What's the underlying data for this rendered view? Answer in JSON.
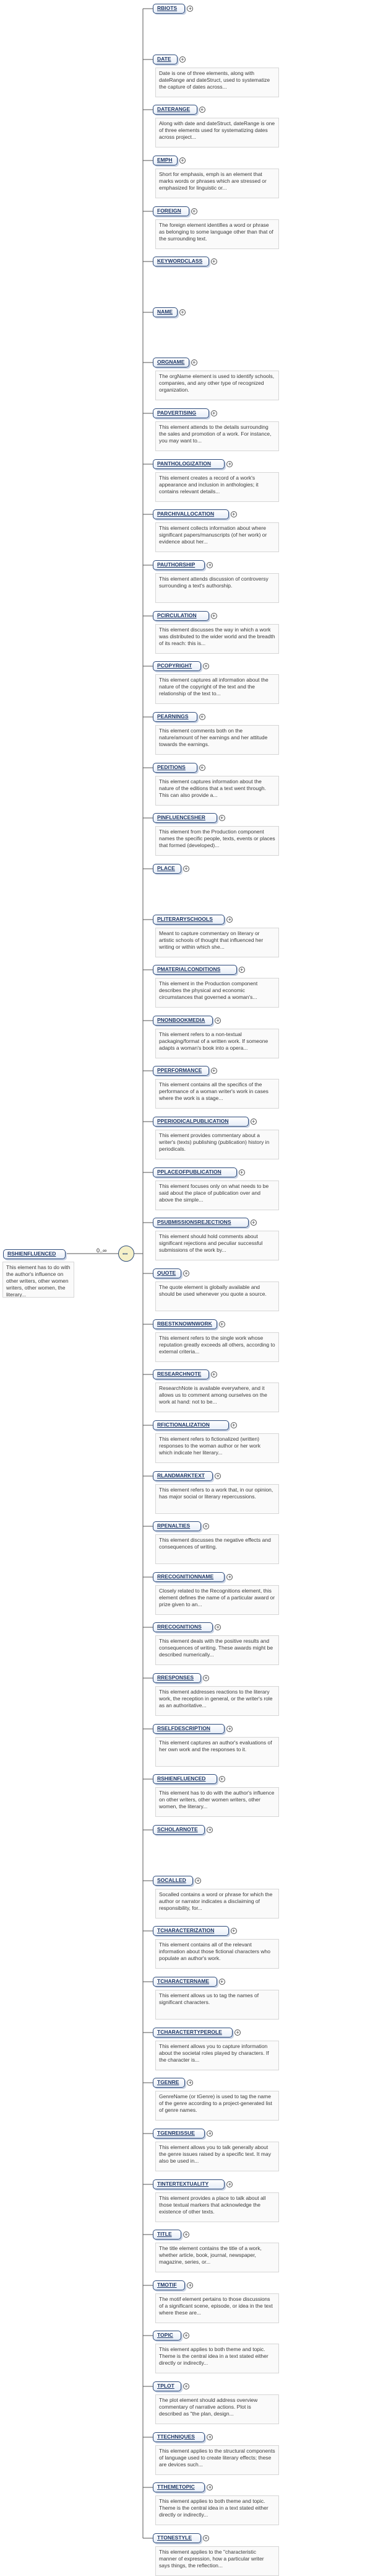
{
  "root": {
    "name": "RSHIENFLUENCED",
    "desc": "This element has to do with the author's influence on other writers, other women writers, other women, the literary...",
    "multiplicity": "0..∞"
  },
  "items": [
    {
      "name": "RBIOTS",
      "desc": ""
    },
    {
      "name": "DATE",
      "desc": "Date is one of three elements, along with dateRange and dateStruct, used to systematize the capture of dates across..."
    },
    {
      "name": "DATERANGE",
      "desc": "Along with date and dateStruct, dateRange is one of three elements used for systematizing dates across project..."
    },
    {
      "name": "EMPH",
      "desc": "Short for emphasis, emph is an element that marks words or phrases which are stressed or emphasized for linguistic or..."
    },
    {
      "name": "FOREIGN",
      "desc": "The foreign element identifies a word or phrase as belonging to some language other than that of the surrounding text."
    },
    {
      "name": "KEYWORDCLASS",
      "desc": ""
    },
    {
      "name": "NAME",
      "desc": ""
    },
    {
      "name": "ORGNAME",
      "desc": "The orgName element is used to identify schools, companies, and any other type of recognized organization."
    },
    {
      "name": "PADVERTISING",
      "desc": "This element attends to the details surrounding the sales and promotion of a work. For instance, you may want to..."
    },
    {
      "name": "PANTHOLOGIZATION",
      "desc": "This element creates a record of a work's appearance and inclusion in anthologies; it contains relevant details..."
    },
    {
      "name": "PARCHIVALLOCATION",
      "desc": "This element collects information about where significant papers/manuscripts (of her work) or evidence about her..."
    },
    {
      "name": "PAUTHORSHIP",
      "desc": "This element attends discussion of controversy surrounding a text's authorship."
    },
    {
      "name": "PCIRCULATION",
      "desc": "This element discusses the way in which a work was distributed to the wider world and the breadth of its reach: this is..."
    },
    {
      "name": "PCOPYRIGHT",
      "desc": "This element captures all information about the nature of the copyright of the text and the relationship of the text to..."
    },
    {
      "name": "PEARNINGS",
      "desc": "This element comments both on the nature/amount of her earnings and her attitude towards the earnings."
    },
    {
      "name": "PEDITIONS",
      "desc": "This element captures information about the nature of the editions that a text went through. This can also provide a..."
    },
    {
      "name": "PINFLUENCESHER",
      "desc": "This element from the Production component names the specific people, texts, events or places that formed (developed)..."
    },
    {
      "name": "PLACE",
      "desc": ""
    },
    {
      "name": "PLITERARYSCHOOLS",
      "desc": "Meant to capture commentary on literary or artistic schools of thought that influenced her writing or within which she..."
    },
    {
      "name": "PMATERIALCONDITIONS",
      "desc": "This element in the Production component describes the physical and economic circumstances that governed a woman's..."
    },
    {
      "name": "PNONBOOKMEDIA",
      "desc": "This element refers to a non-textual packaging/format of a written work. If someone adapts a woman's book into a opera..."
    },
    {
      "name": "PPERFORMANCE",
      "desc": "This element contains all the specifics of the performance of a woman writer's work in cases where the work is a stage..."
    },
    {
      "name": "PPERIODICALPUBLICATION",
      "desc": "This element provides commentary about a writer's (texts) publishing (publication) history in periodicals."
    },
    {
      "name": "PPLACEOFPUBLICATION",
      "desc": "This element focuses only on what needs to be said about the place of publication over and above the simple..."
    },
    {
      "name": "PSUBMISSIONSREJECTIONS",
      "desc": "This element should hold comments about significant rejections and peculiar successful submissions of the work by..."
    },
    {
      "name": "QUOTE",
      "desc": "The quote element is globally available and should be used whenever you quote a source."
    },
    {
      "name": "RBESTKNOWNWORK",
      "desc": "This element refers to the single work whose reputation greatly exceeds all others, according to external criteria..."
    },
    {
      "name": "RESEARCHNOTE",
      "desc": "ResearchNote is available everywhere, and it allows us to comment among ourselves on the work at hand: not to be..."
    },
    {
      "name": "RFICTIONALIZATION",
      "desc": "This element refers to fictionalized (written) responses to the woman author or her work which indicate her literary..."
    },
    {
      "name": "RLANDMARKTEXT",
      "desc": "This element refers to a work that, in our opinion, has major social or literary repercussions."
    },
    {
      "name": "RPENALTIES",
      "desc": "This element discusses the negative effects and consequences of writing."
    },
    {
      "name": "RRECOGNITIONNAME",
      "desc": "Closely related to the Recognitions element, this element defines the name of a particular award or prize given to an..."
    },
    {
      "name": "RRECOGNITIONS",
      "desc": "This element deals with the positive results and consequences of writing. These awards might be described numerically..."
    },
    {
      "name": "RRESPONSES",
      "desc": "This element addresses reactions to the literary work, the reception in general, or the writer's role as an authoritative..."
    },
    {
      "name": "RSELFDESCRIPTION",
      "desc": "This element captures an author's evaluations of her own work and the responses to it."
    },
    {
      "name": "RSHIENFLUENCED",
      "desc": "This element has to do with the author's influence on other writers, other women writers, other women, the literary..."
    },
    {
      "name": "SCHOLARNOTE",
      "desc": ""
    },
    {
      "name": "SOCALLED",
      "desc": "Socalled contains a word or phrase for which the author or narrator indicates a disclaiming of responsibility, for..."
    },
    {
      "name": "TCHARACTERIZATION",
      "desc": "This element contains all of the relevant information about those fictional characters who populate an author's work."
    },
    {
      "name": "TCHARACTERNAME",
      "desc": "This element allows us to tag the names of significant characters."
    },
    {
      "name": "TCHARACTERTYPEROLE",
      "desc": "This element allows you to capture information about the societal roles played by characters. If the character is..."
    },
    {
      "name": "TGENRE",
      "desc": "GenreName (or tGenre) is used to tag the name of the genre according to a project-generated list of genre names."
    },
    {
      "name": "TGENREISSUE",
      "desc": "This element allows you to talk generally about the genre issues raised by a specific text. It may also be used in..."
    },
    {
      "name": "TINTERTEXTUALITY",
      "desc": "This element provides a place to talk about all those textual markers that acknowledge the existence of other texts."
    },
    {
      "name": "TITLE",
      "desc": "The title element contains the title of a work, whether article, book, journal, newspaper, magazine, series, or..."
    },
    {
      "name": "TMOTIF",
      "desc": "The motif element pertains to those discussions of a significant scene, episode, or idea in the text where these are..."
    },
    {
      "name": "TOPIC",
      "desc": "This element applies to both theme and topic. Theme is the central idea in a text stated either directly or indirectly..."
    },
    {
      "name": "TPLOT",
      "desc": "The plot element should address overview commentary of narrative actions. Plot is described as \"the plan, design..."
    },
    {
      "name": "TTECHNIQUES",
      "desc": "This element applies to the structural components of language used to create literary effects; these are devices such..."
    },
    {
      "name": "TTHEMETOPIC",
      "desc": "This element applies to both theme and topic. Theme is the central idea in a text stated either directly or indirectly..."
    },
    {
      "name": "TTONESTYLE",
      "desc": "This element applies to the \"characteristic manner of expression, how a particular writer says things, the reflection..."
    }
  ]
}
